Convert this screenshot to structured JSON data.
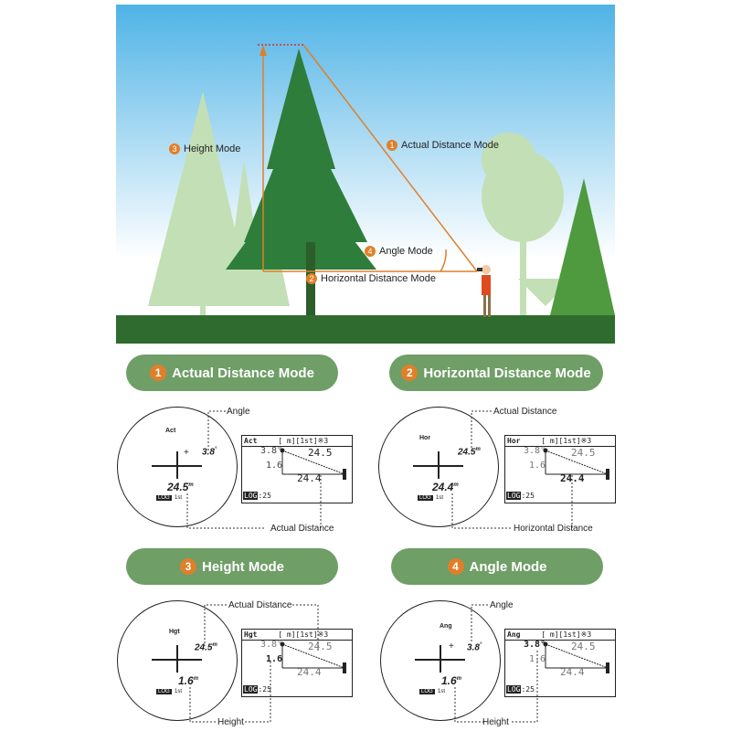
{
  "scene": {
    "labels": [
      {
        "num": "1",
        "text": "Actual Distance Mode"
      },
      {
        "num": "2",
        "text": "Horizontal Distance Mode"
      },
      {
        "num": "3",
        "text": "Height Mode"
      },
      {
        "num": "4",
        "text": "Angle Mode"
      }
    ]
  },
  "panels": [
    {
      "num": "1",
      "title": "Actual Distance Mode",
      "scope": {
        "mode": "Act",
        "top_value": "3.8",
        "top_unit": "°",
        "bottom_value": "24.5",
        "bottom_unit": "m",
        "log": "LOG",
        "count": "1st"
      },
      "lcd": {
        "mode": "Act",
        "unit": "[ m]",
        "count": "[1st]",
        "icons": "※3",
        "angle": "3.8°",
        "slant": "24.5",
        "height": "1.6",
        "horizontal": "24.4",
        "log_label": "LOG",
        "log_value": ":25"
      },
      "callout_top": "Angle",
      "callout_bottom": "Actual Distance"
    },
    {
      "num": "2",
      "title": "Horizontal Distance Mode",
      "scope": {
        "mode": "Hor",
        "top_value": "24.5",
        "top_unit": "m",
        "bottom_value": "24.4",
        "bottom_unit": "m",
        "log": "LOG",
        "count": "1st"
      },
      "lcd": {
        "mode": "Hor",
        "unit": "[ m]",
        "count": "[1st]",
        "icons": "※3",
        "angle": "3.8°",
        "slant": "24.5",
        "height": "1.6",
        "horizontal": "24.4",
        "log_label": "LOG",
        "log_value": ":25"
      },
      "callout_top": "Actual Distance",
      "callout_bottom": "Horizontal Distance"
    },
    {
      "num": "3",
      "title": "Height Mode",
      "scope": {
        "mode": "Hgt",
        "top_value": "24.5",
        "top_unit": "m",
        "bottom_value": "1.6",
        "bottom_unit": "m",
        "log": "LOG",
        "count": "1st"
      },
      "lcd": {
        "mode": "Hgt",
        "unit": "[ m]",
        "count": "[1st]",
        "icons": "※3",
        "angle": "3.8°",
        "slant": "24.5",
        "height": "1.6",
        "horizontal": "24.4",
        "log_label": "LOG",
        "log_value": ":25"
      },
      "callout_top": "Actual Distance",
      "callout_bottom": "Height"
    },
    {
      "num": "4",
      "title": "Angle Mode",
      "scope": {
        "mode": "Ang",
        "top_value": "3.8",
        "top_unit": "°",
        "bottom_value": "1.6",
        "bottom_unit": "m",
        "log": "LOG",
        "count": "1st"
      },
      "lcd": {
        "mode": "Ang",
        "unit": "[ m]",
        "count": "[1st]",
        "icons": "※3",
        "angle": "3.8°",
        "slant": "24.5",
        "height": "1.6",
        "horizontal": "24.4",
        "log_label": "LOG",
        "log_value": ":25"
      },
      "callout_top": "Angle",
      "callout_bottom": "Height"
    }
  ],
  "colors": {
    "sky_top": "#4fb3e6",
    "sky_bottom": "#ffffff",
    "grass": "#2f6b2f",
    "tree_dark": "#2e7d3a",
    "tree_light": "#b7d8a8",
    "accent": "#e07f2a",
    "pill": "#6f9e67"
  }
}
